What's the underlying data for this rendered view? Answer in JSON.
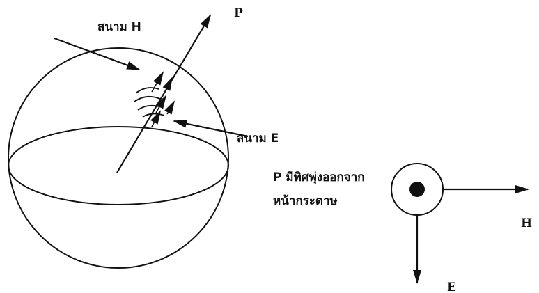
{
  "labels": {
    "p": "P",
    "h_field": "สนาม H",
    "e_field": "สนาม E",
    "p_caption_line1": "P มีทิศพุ่งออกจาก",
    "p_caption_line2": "หน้ากระดาษ",
    "h_axis": "H",
    "e_axis": "E"
  },
  "colors": {
    "ink": "#111111",
    "background": "#ffffff"
  }
}
